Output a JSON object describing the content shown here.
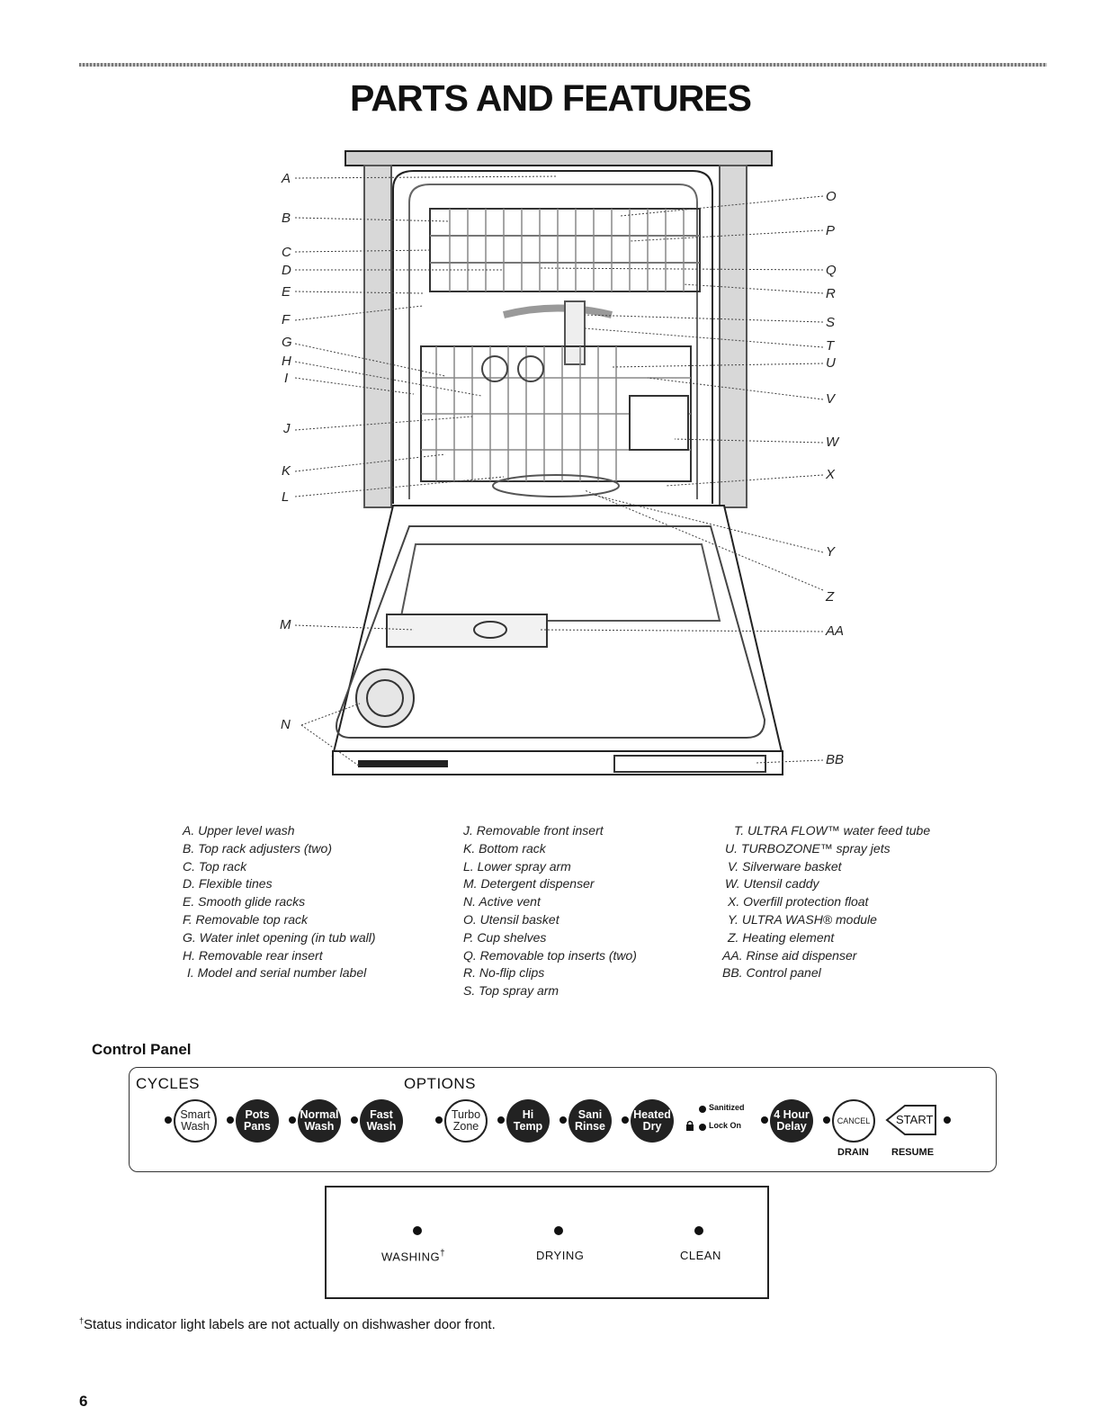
{
  "page_title": "PARTS AND FEATURES",
  "diagram": {
    "left_callouts": [
      "A",
      "B",
      "C",
      "D",
      "E",
      "F",
      "G",
      "H",
      "I",
      "J",
      "K",
      "L",
      "M",
      "N"
    ],
    "right_callouts": [
      "O",
      "P",
      "Q",
      "R",
      "S",
      "T",
      "U",
      "V",
      "W",
      "X",
      "Y",
      "Z",
      "AA",
      "BB"
    ]
  },
  "legend": {
    "col1": [
      "A. Upper level wash",
      "B. Top rack adjusters (two)",
      "C. Top rack",
      "D. Flexible tines",
      "E. Smooth glide racks",
      "F. Removable top rack",
      "G. Water inlet opening (in tub wall)",
      "H. Removable rear insert",
      "I. Model and serial number label"
    ],
    "col2": [
      "J. Removable front insert",
      "K. Bottom rack",
      "L. Lower spray arm",
      "M. Detergent dispenser",
      "N. Active vent",
      "O. Utensil basket",
      "P. Cup shelves",
      "Q. Removable top inserts (two)",
      "R. No-flip clips",
      "S. Top spray arm"
    ],
    "col3": [
      "T. ULTRA FLOW™ water feed tube",
      "U. TURBOZONE™ spray jets",
      "V. Silverware basket",
      "W. Utensil caddy",
      "X. Overfill protection float",
      "Y. ULTRA WASH® module",
      "Z. Heating element",
      "AA. Rinse aid dispenser",
      "BB. Control panel"
    ]
  },
  "control_panel": {
    "heading": "Control Panel",
    "cycles_label": "CYCLES",
    "options_label": "OPTIONS",
    "cycle_buttons": [
      {
        "line1": "Smart",
        "line2": "Wash"
      },
      {
        "line1": "Pots",
        "line2": "Pans"
      },
      {
        "line1": "Normal",
        "line2": "Wash"
      },
      {
        "line1": "Fast",
        "line2": "Wash"
      }
    ],
    "option_buttons": [
      {
        "line1": "Turbo",
        "line2": "Zone"
      },
      {
        "line1": "Hi",
        "line2": "Temp"
      },
      {
        "line1": "Sani",
        "line2": "Rinse"
      },
      {
        "line1": "Heated",
        "line2": "Dry"
      }
    ],
    "sanitized_label": "Sanitized",
    "lock_on_label": "Lock On",
    "delay_button": {
      "line1": "4 Hour",
      "line2": "Delay"
    },
    "cancel_label": "CANCEL",
    "start_label": "START",
    "drain_label": "DRAIN",
    "resume_label": "RESUME"
  },
  "status_lights": {
    "washing": "WASHING",
    "washing_mark": "†",
    "drying": "DRYING",
    "clean": "CLEAN"
  },
  "footnote": {
    "mark": "†",
    "text": "Status indicator light labels are not actually on dishwasher door front."
  },
  "page_number": "6"
}
